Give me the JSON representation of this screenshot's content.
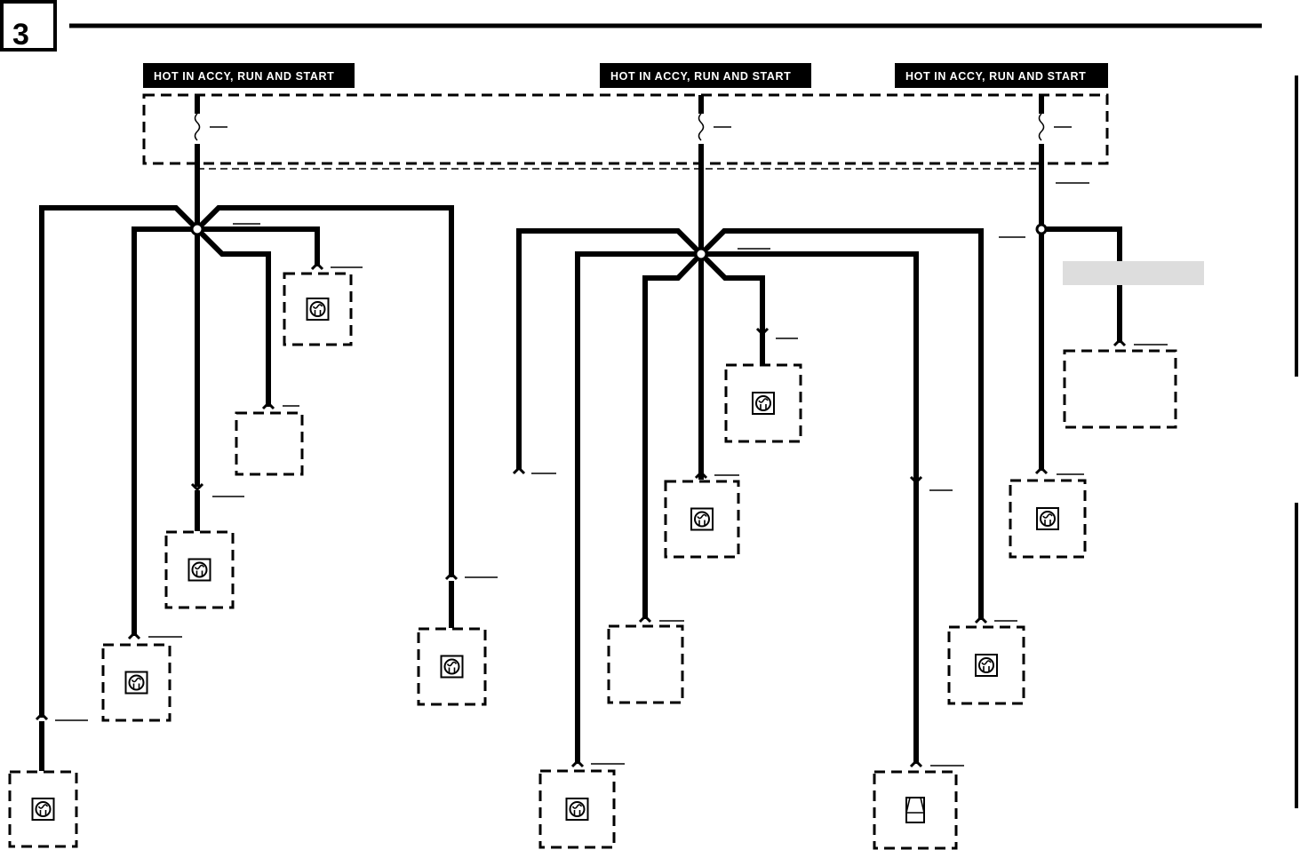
{
  "page": {
    "number": "3"
  },
  "power_labels": [
    {
      "id": "left",
      "text": "HOT IN ACCY, RUN AND  START"
    },
    {
      "id": "middle",
      "text": "HOT IN ACCY, RUN AND  START"
    },
    {
      "id": "right",
      "text": "HOT IN ACCY, RUN AND  START"
    }
  ],
  "colors": {
    "wire": "#000000",
    "background": "#ffffff",
    "redaction": "#dddddd"
  },
  "components": [
    {
      "id": "left-c1",
      "icon": "lamp-icon"
    },
    {
      "id": "left-c2",
      "icon": "none"
    },
    {
      "id": "left-c3",
      "icon": "lamp-icon"
    },
    {
      "id": "left-c4",
      "icon": "lamp-icon"
    },
    {
      "id": "left-c5",
      "icon": "lamp-icon"
    },
    {
      "id": "left-c6",
      "icon": "lamp-icon"
    },
    {
      "id": "mid-c1",
      "icon": "lamp-icon"
    },
    {
      "id": "mid-c2",
      "icon": "lamp-icon"
    },
    {
      "id": "mid-c3",
      "icon": "none"
    },
    {
      "id": "mid-c4",
      "icon": "lamp-icon"
    },
    {
      "id": "mid-c5",
      "icon": "door-icon"
    },
    {
      "id": "mid-c6",
      "icon": "lamp-icon"
    },
    {
      "id": "right-c1",
      "icon": "none"
    },
    {
      "id": "right-c2",
      "icon": "lamp-icon"
    }
  ]
}
